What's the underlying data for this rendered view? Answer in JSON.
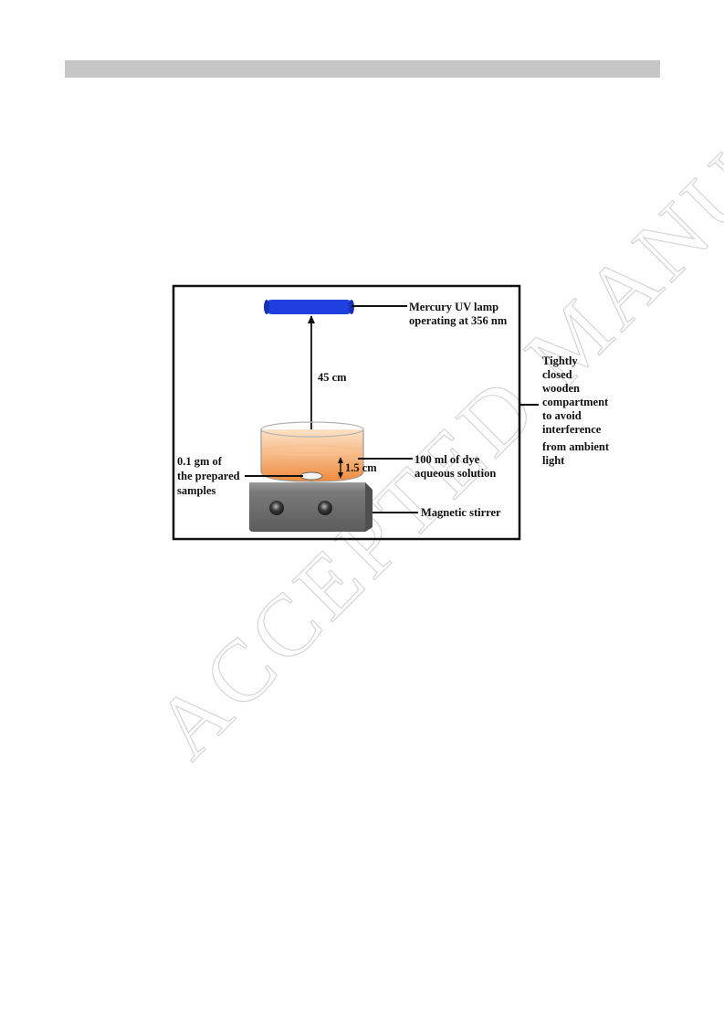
{
  "header": {
    "bar_color": "#c6c6c6"
  },
  "watermark": {
    "text": "ACCEPTED MANUSCRIPT",
    "color": "#d2d2d2"
  },
  "figure": {
    "labels": {
      "lamp_line1": "Mercury UV lamp",
      "lamp_line2": "operating at 356 nm",
      "distance": "45 cm",
      "compartment_line1": "Tightly",
      "compartment_line2": "closed",
      "compartment_line3": "wooden",
      "compartment_line4": "compartment",
      "compartment_line5": "to avoid",
      "compartment_line6": "interference",
      "compartment_line7": "from ambient",
      "compartment_line8": "light",
      "sample_line1": "0.1 gm of",
      "sample_line2": "the prepared",
      "sample_line3": "samples",
      "depth": "1.5 cm",
      "dye_line1": "100 ml of dye",
      "dye_line2": "aqueous solution",
      "stirrer": "Magnetic stirrer"
    },
    "colors": {
      "lamp": "#1f3fe0",
      "solution": "#f4a062",
      "stirrer": "#6a6a6a",
      "frame": "#111111"
    },
    "icons": [
      "uv-lamp-icon",
      "beaker-icon",
      "stir-bar-icon",
      "magnetic-stirrer-icon"
    ]
  }
}
